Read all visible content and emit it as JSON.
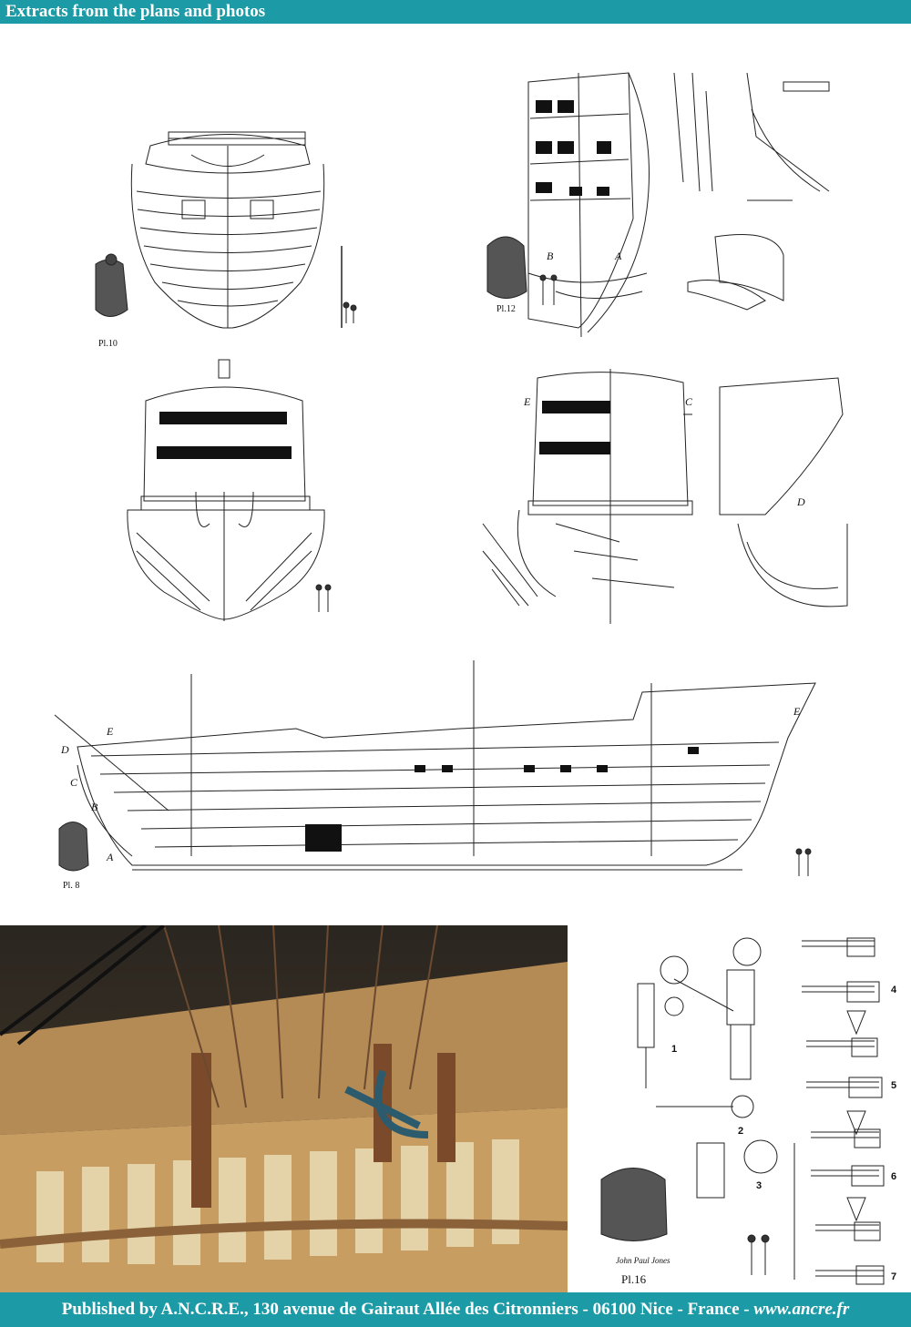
{
  "header": {
    "title": "Extracts from the plans and photos"
  },
  "footer": {
    "publisher_text": "Published by A.N.C.R.E., 130 avenue de Gairaut Allée des Citronniers - 06100 Nice - France - ",
    "website": "www.ancre.fr"
  },
  "plates": {
    "stern_view": {
      "plate_label": "Pl.10"
    },
    "detail_sheet": {
      "plate_label": "Pl.12",
      "labels": [
        "B",
        "A"
      ]
    },
    "bow_view": {},
    "bow_detail": {
      "labels": [
        "E",
        "C",
        "D"
      ]
    },
    "profile": {
      "plate_label": "Pl. 8",
      "labels": [
        "E",
        "D",
        "C",
        "B",
        "A",
        "E"
      ]
    },
    "cannon_sheet": {
      "plate_label": "Pl.16",
      "signature": "John Paul Jones",
      "figure_numbers": [
        "1",
        "2",
        "3",
        "4",
        "5",
        "6",
        "7"
      ]
    }
  },
  "photo": {
    "subject": "model-deck-photo"
  },
  "colors": {
    "banner": "#1c9aa6",
    "line_ink": "#222222"
  }
}
